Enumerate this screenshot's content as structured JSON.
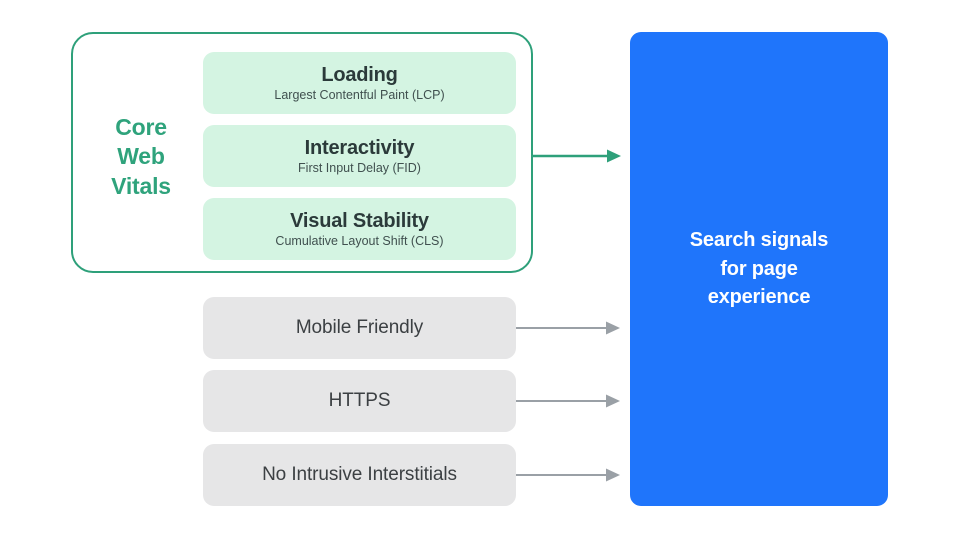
{
  "diagram": {
    "title": "Search signals for page experience",
    "colors": {
      "green_border": "#2EA07A",
      "green_label_text": "#2FA37C",
      "green_fill": "#D4F4E2",
      "gray_fill": "#E6E6E7",
      "gray_text": "#3C4043",
      "blue_fill": "#1F75FB",
      "blue_text": "#FFFFFF",
      "green_arrow": "#2EA07A",
      "gray_arrow": "#9AA0A6",
      "background": "#FFFFFF"
    },
    "core_web_vitals": {
      "group_label_lines": [
        "Core",
        "Web",
        "Vitals"
      ],
      "metrics": [
        {
          "title": "Loading",
          "subtitle": "Largest Contentful Paint (LCP)"
        },
        {
          "title": "Interactivity",
          "subtitle": "First Input Delay (FID)"
        },
        {
          "title": "Visual Stability",
          "subtitle": "Cumulative Layout Shift (CLS)"
        }
      ]
    },
    "other_signals": [
      {
        "label": "Mobile Friendly"
      },
      {
        "label": "HTTPS"
      },
      {
        "label": "No Intrusive Interstitials"
      }
    ],
    "destination": {
      "lines": [
        "Search signals",
        "for page",
        "experience"
      ]
    },
    "arrows": [
      {
        "name": "core-web-vitals-to-destination",
        "color": "#2EA07A"
      },
      {
        "name": "mobile-friendly-to-destination",
        "color": "#9AA0A6"
      },
      {
        "name": "https-to-destination",
        "color": "#9AA0A6"
      },
      {
        "name": "no-intrusive-interstitials-to-destination",
        "color": "#9AA0A6"
      }
    ]
  }
}
